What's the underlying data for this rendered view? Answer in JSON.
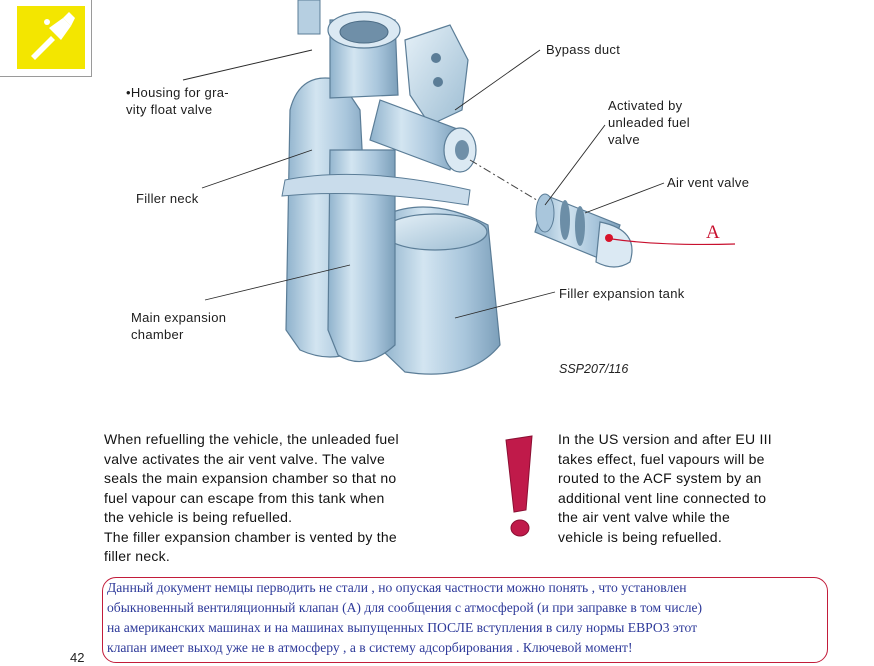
{
  "figure": {
    "callouts": {
      "housing": "•Housing for gra-\nvity float valve",
      "filler_neck": "Filler neck",
      "main_chamber": "Main expansion\nchamber",
      "bypass_duct": "Bypass duct",
      "activated_by": "Activated by\nunleaded fuel\nvalve",
      "air_vent_valve": "Air vent valve",
      "filler_tank": "Filler expansion tank"
    },
    "code": "SSP207/116",
    "marker": "A"
  },
  "text": {
    "left_paragraph": "When refuelling the vehicle, the unleaded fuel\nvalve activates the air vent valve. The valve\nseals the main expansion chamber so that no\nfuel vapour can escape from this tank when\nthe vehicle is being refuelled.\nThe filler expansion chamber is vented by the\nfiller neck.",
    "right_paragraph": "In the US version and after EU III\ntakes effect, fuel vapours will be\nrouted to the ACF system by an\nadditional vent line connected to\nthe air vent valve while the\nvehicle is being refuelled."
  },
  "annotation": {
    "ru_note": "Данный документ немцы перводить не стали  , но опуская частности можно понять , что  установлен\nобыкновенный вентиляционный клапан (А)  для сообщения с атмосферой (и при заправке в том числе)\nна американских машинах и на машинах выпущенных ПОСЛЕ  вступления в силу  нормы ЕВРО3  этот\nклапан имеет выход уже не в атмосферу , а в систему  адсорбирования . Ключевой момент!"
  },
  "page": {
    "number": "42"
  },
  "colors": {
    "logo_yellow": "#f3e600",
    "accent_red": "#c8102e",
    "note_blue": "#2e3a9a",
    "part_blue": "#b8d3e6"
  }
}
